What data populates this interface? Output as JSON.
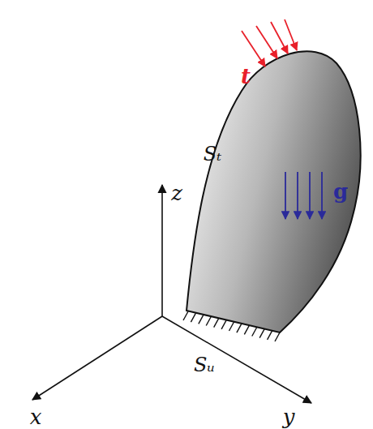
{
  "diagram": {
    "labels": [
      "t",
      "g",
      "Sₜ",
      "z",
      "Sᵤ",
      "x",
      "y"
    ]
  }
}
